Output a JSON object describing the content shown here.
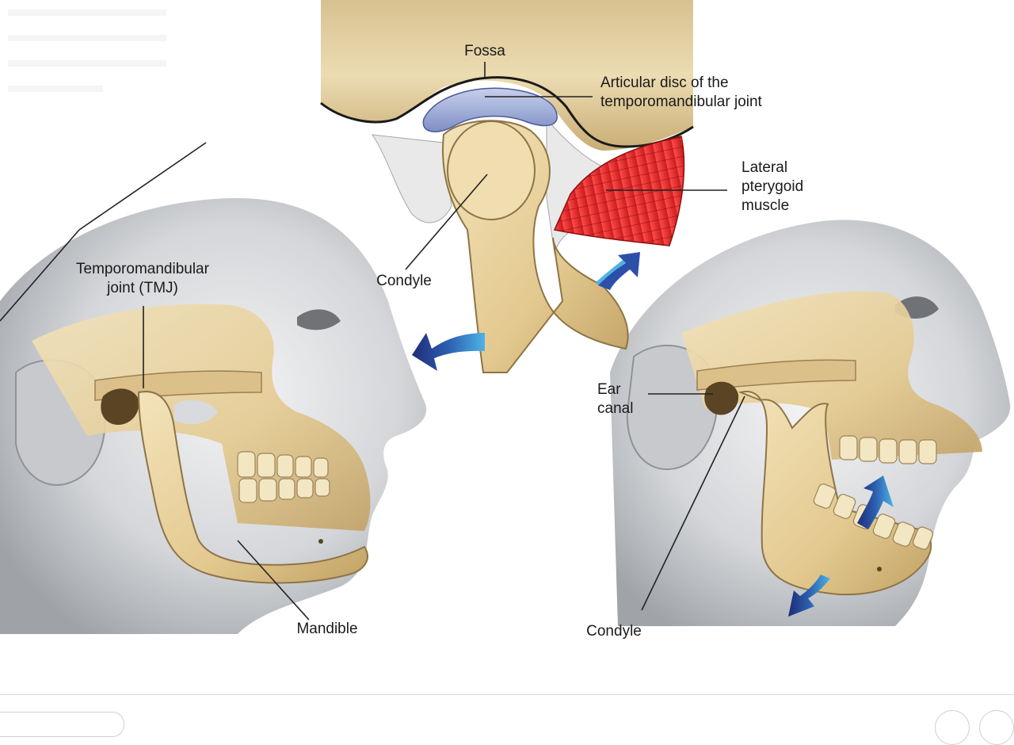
{
  "labels": {
    "fossa": "Fossa",
    "articular_disc": "Articular disc of the\ntemporomandibular joint",
    "lateral_pterygoid": "Lateral\npterygoid\nmuscle",
    "condyle_top": "Condyle",
    "tmj": "Temporomandibular\njoint (TMJ)",
    "mandible": "Mandible",
    "ear_canal": "Ear\ncanal",
    "condyle_bottom": "Condyle"
  },
  "colors": {
    "bone": "#e8d3a2",
    "bone_shadow": "#c9ac72",
    "disc": "#8f9fcf",
    "muscle": "#e02a2a",
    "skin": "#d5d7da",
    "skin_shadow": "#9ea2a7",
    "arrow_dark": "#22307e",
    "arrow_light": "#3aa0d8",
    "leader": "#222222"
  },
  "icons": {
    "movement_arrow": "curved-arrow-icon"
  }
}
